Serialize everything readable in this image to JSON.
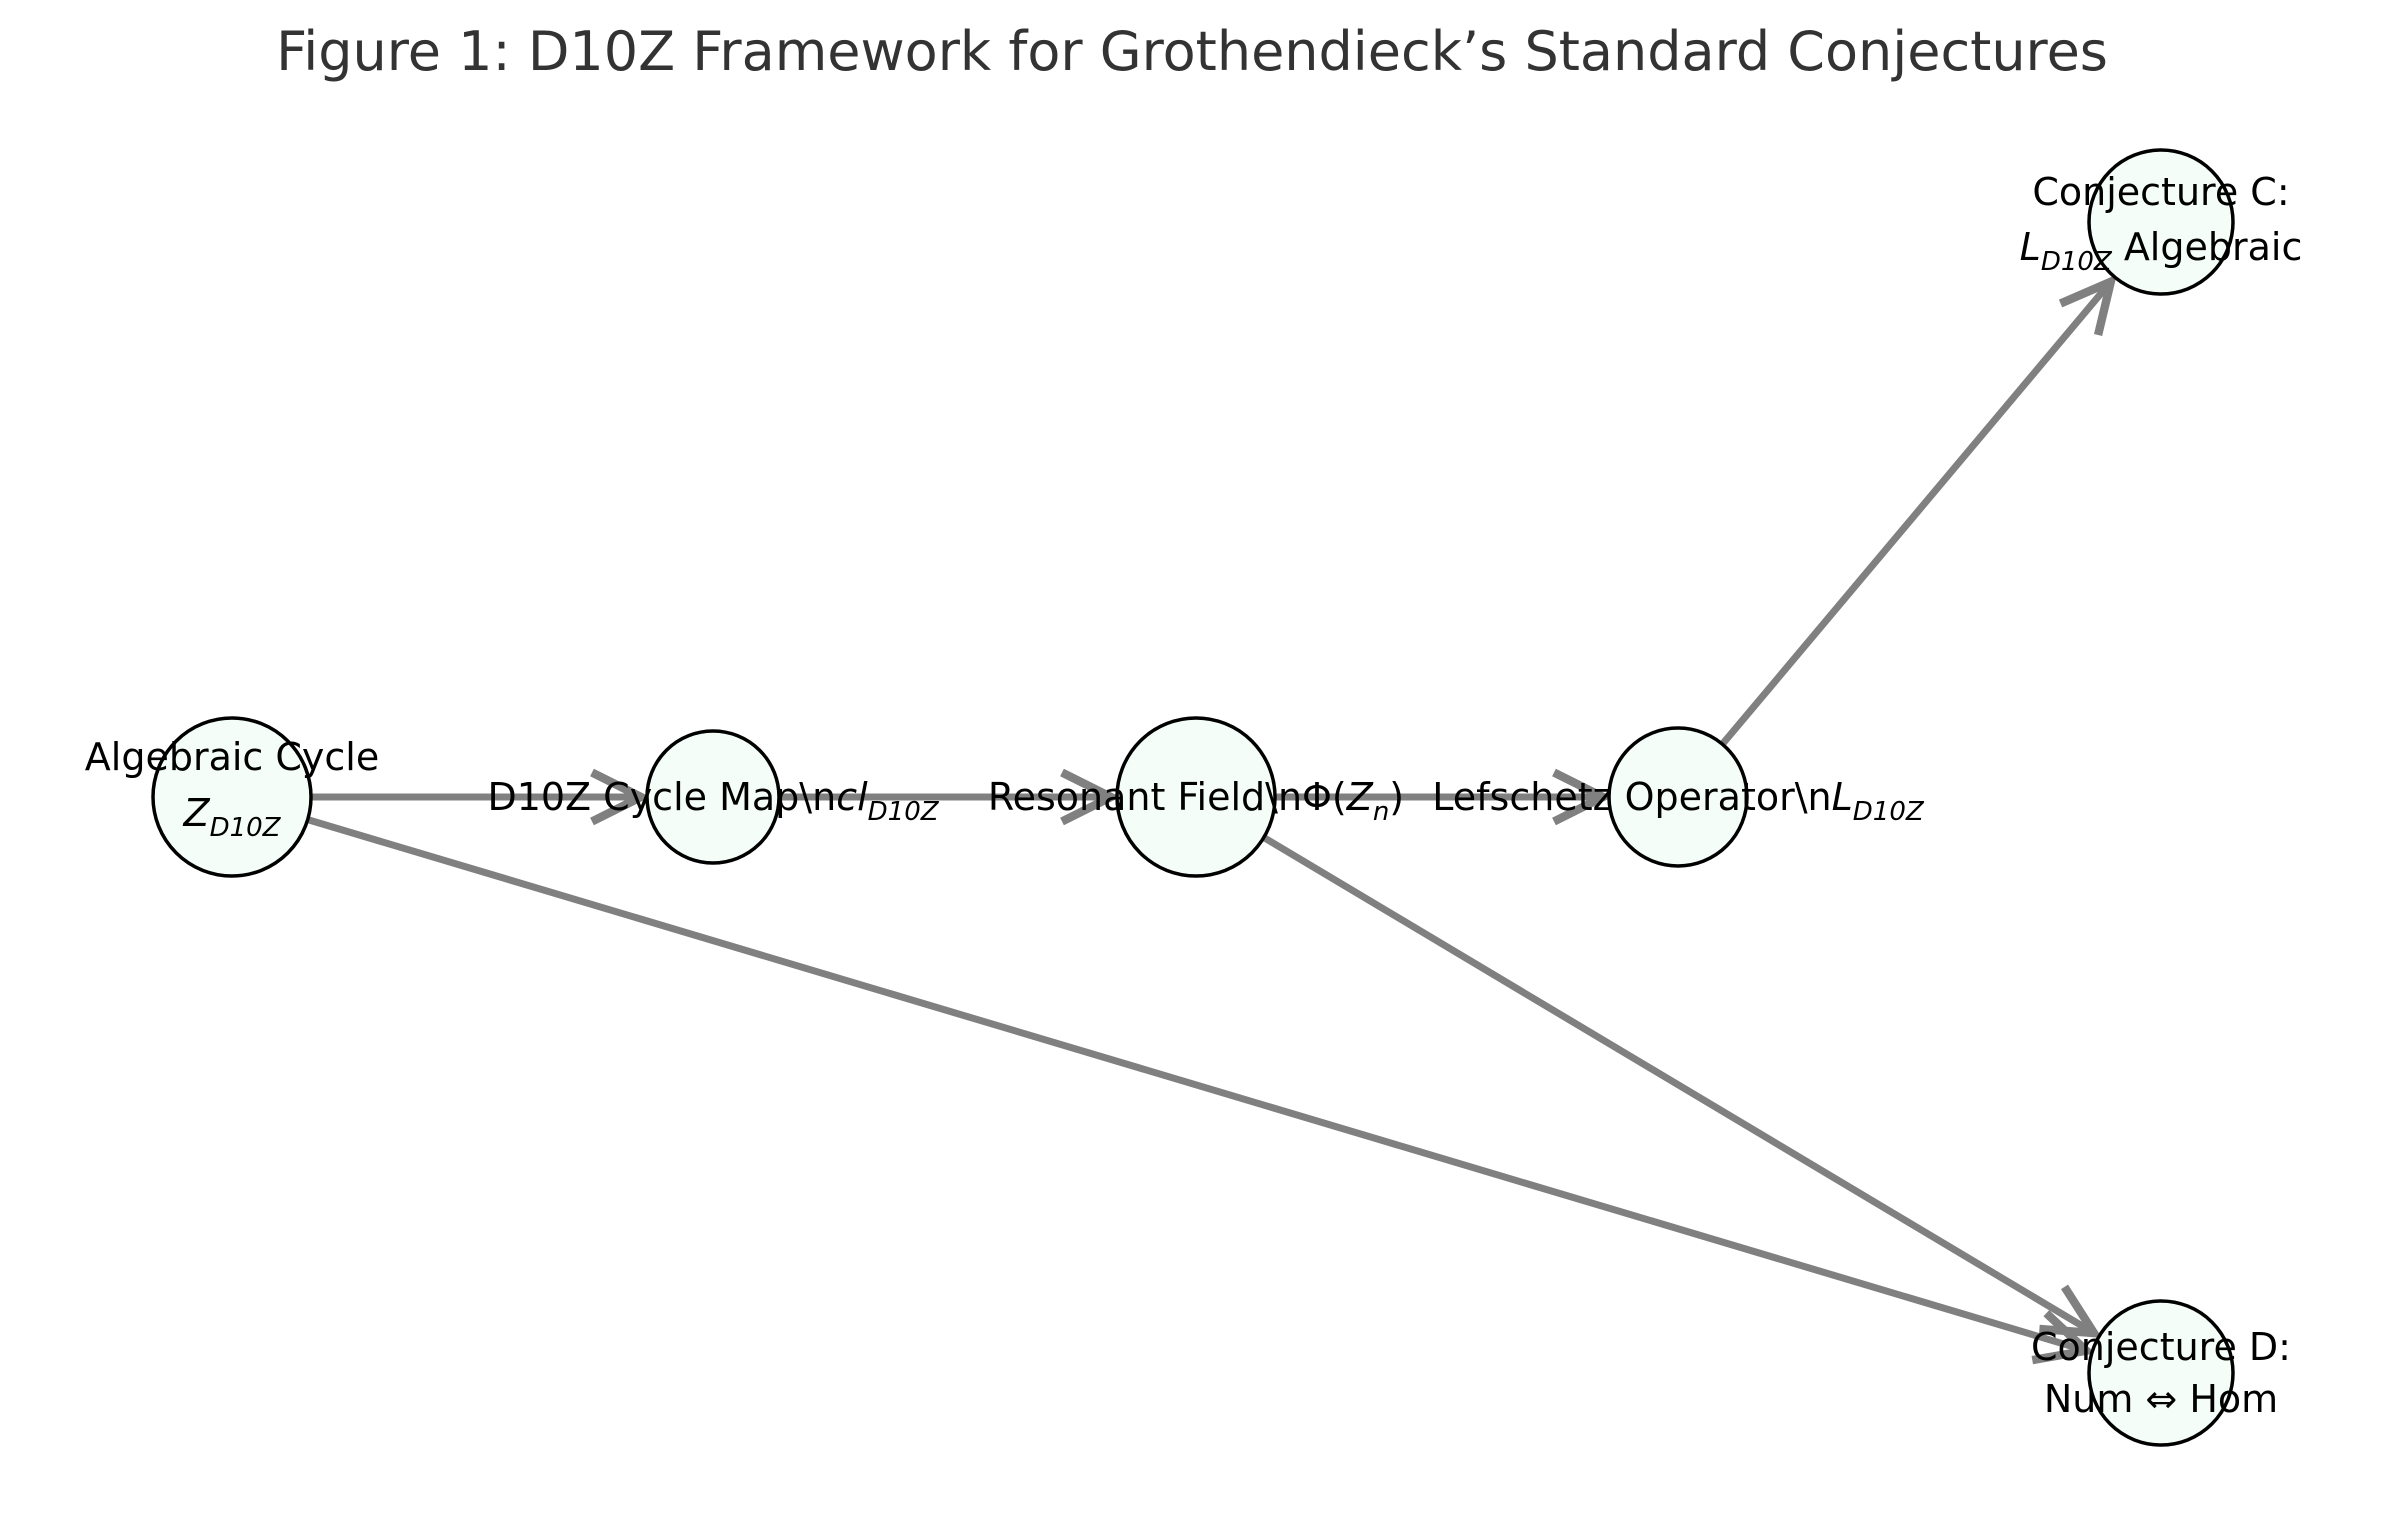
{
  "title": "Figure 1: D10Z Framework for Grothendieck’s Standard Conjectures",
  "colors": {
    "node_fill": "#f4fdf7",
    "node_stroke": "#000000",
    "edge": "#808080",
    "title": "#333333"
  },
  "nodes": [
    {
      "id": "cycle",
      "lines": [
        {
          "text": "Algebraic Cycle"
        },
        {
          "math": "Z",
          "sub": "D10Z"
        }
      ]
    },
    {
      "id": "map",
      "lines": [
        {
          "text": "D10Z Cycle Map\\n",
          "math": "cl",
          "sub": "D10Z"
        }
      ]
    },
    {
      "id": "field",
      "lines": [
        {
          "text": "Resonant Field\\nΦ(",
          "math": "Z",
          "sub": "n",
          "suffix": ")"
        }
      ]
    },
    {
      "id": "lefschetz",
      "lines": [
        {
          "text": "Lefschetz Operator\\n",
          "math": "L",
          "sub": "D10Z"
        }
      ]
    },
    {
      "id": "conjC",
      "lines": [
        {
          "text": "Conjecture C:"
        },
        {
          "math": "L",
          "sub": "D10Z",
          "suffix": " Algebraic"
        }
      ]
    },
    {
      "id": "conjD",
      "lines": [
        {
          "text": "Conjecture D:"
        },
        {
          "text": "Num ⇔ Hom"
        }
      ]
    }
  ],
  "edges": [
    {
      "from": "cycle",
      "to": "map"
    },
    {
      "from": "map",
      "to": "field"
    },
    {
      "from": "field",
      "to": "lefschetz"
    },
    {
      "from": "lefschetz",
      "to": "conjC"
    },
    {
      "from": "field",
      "to": "conjD"
    },
    {
      "from": "cycle",
      "to": "conjD"
    }
  ]
}
